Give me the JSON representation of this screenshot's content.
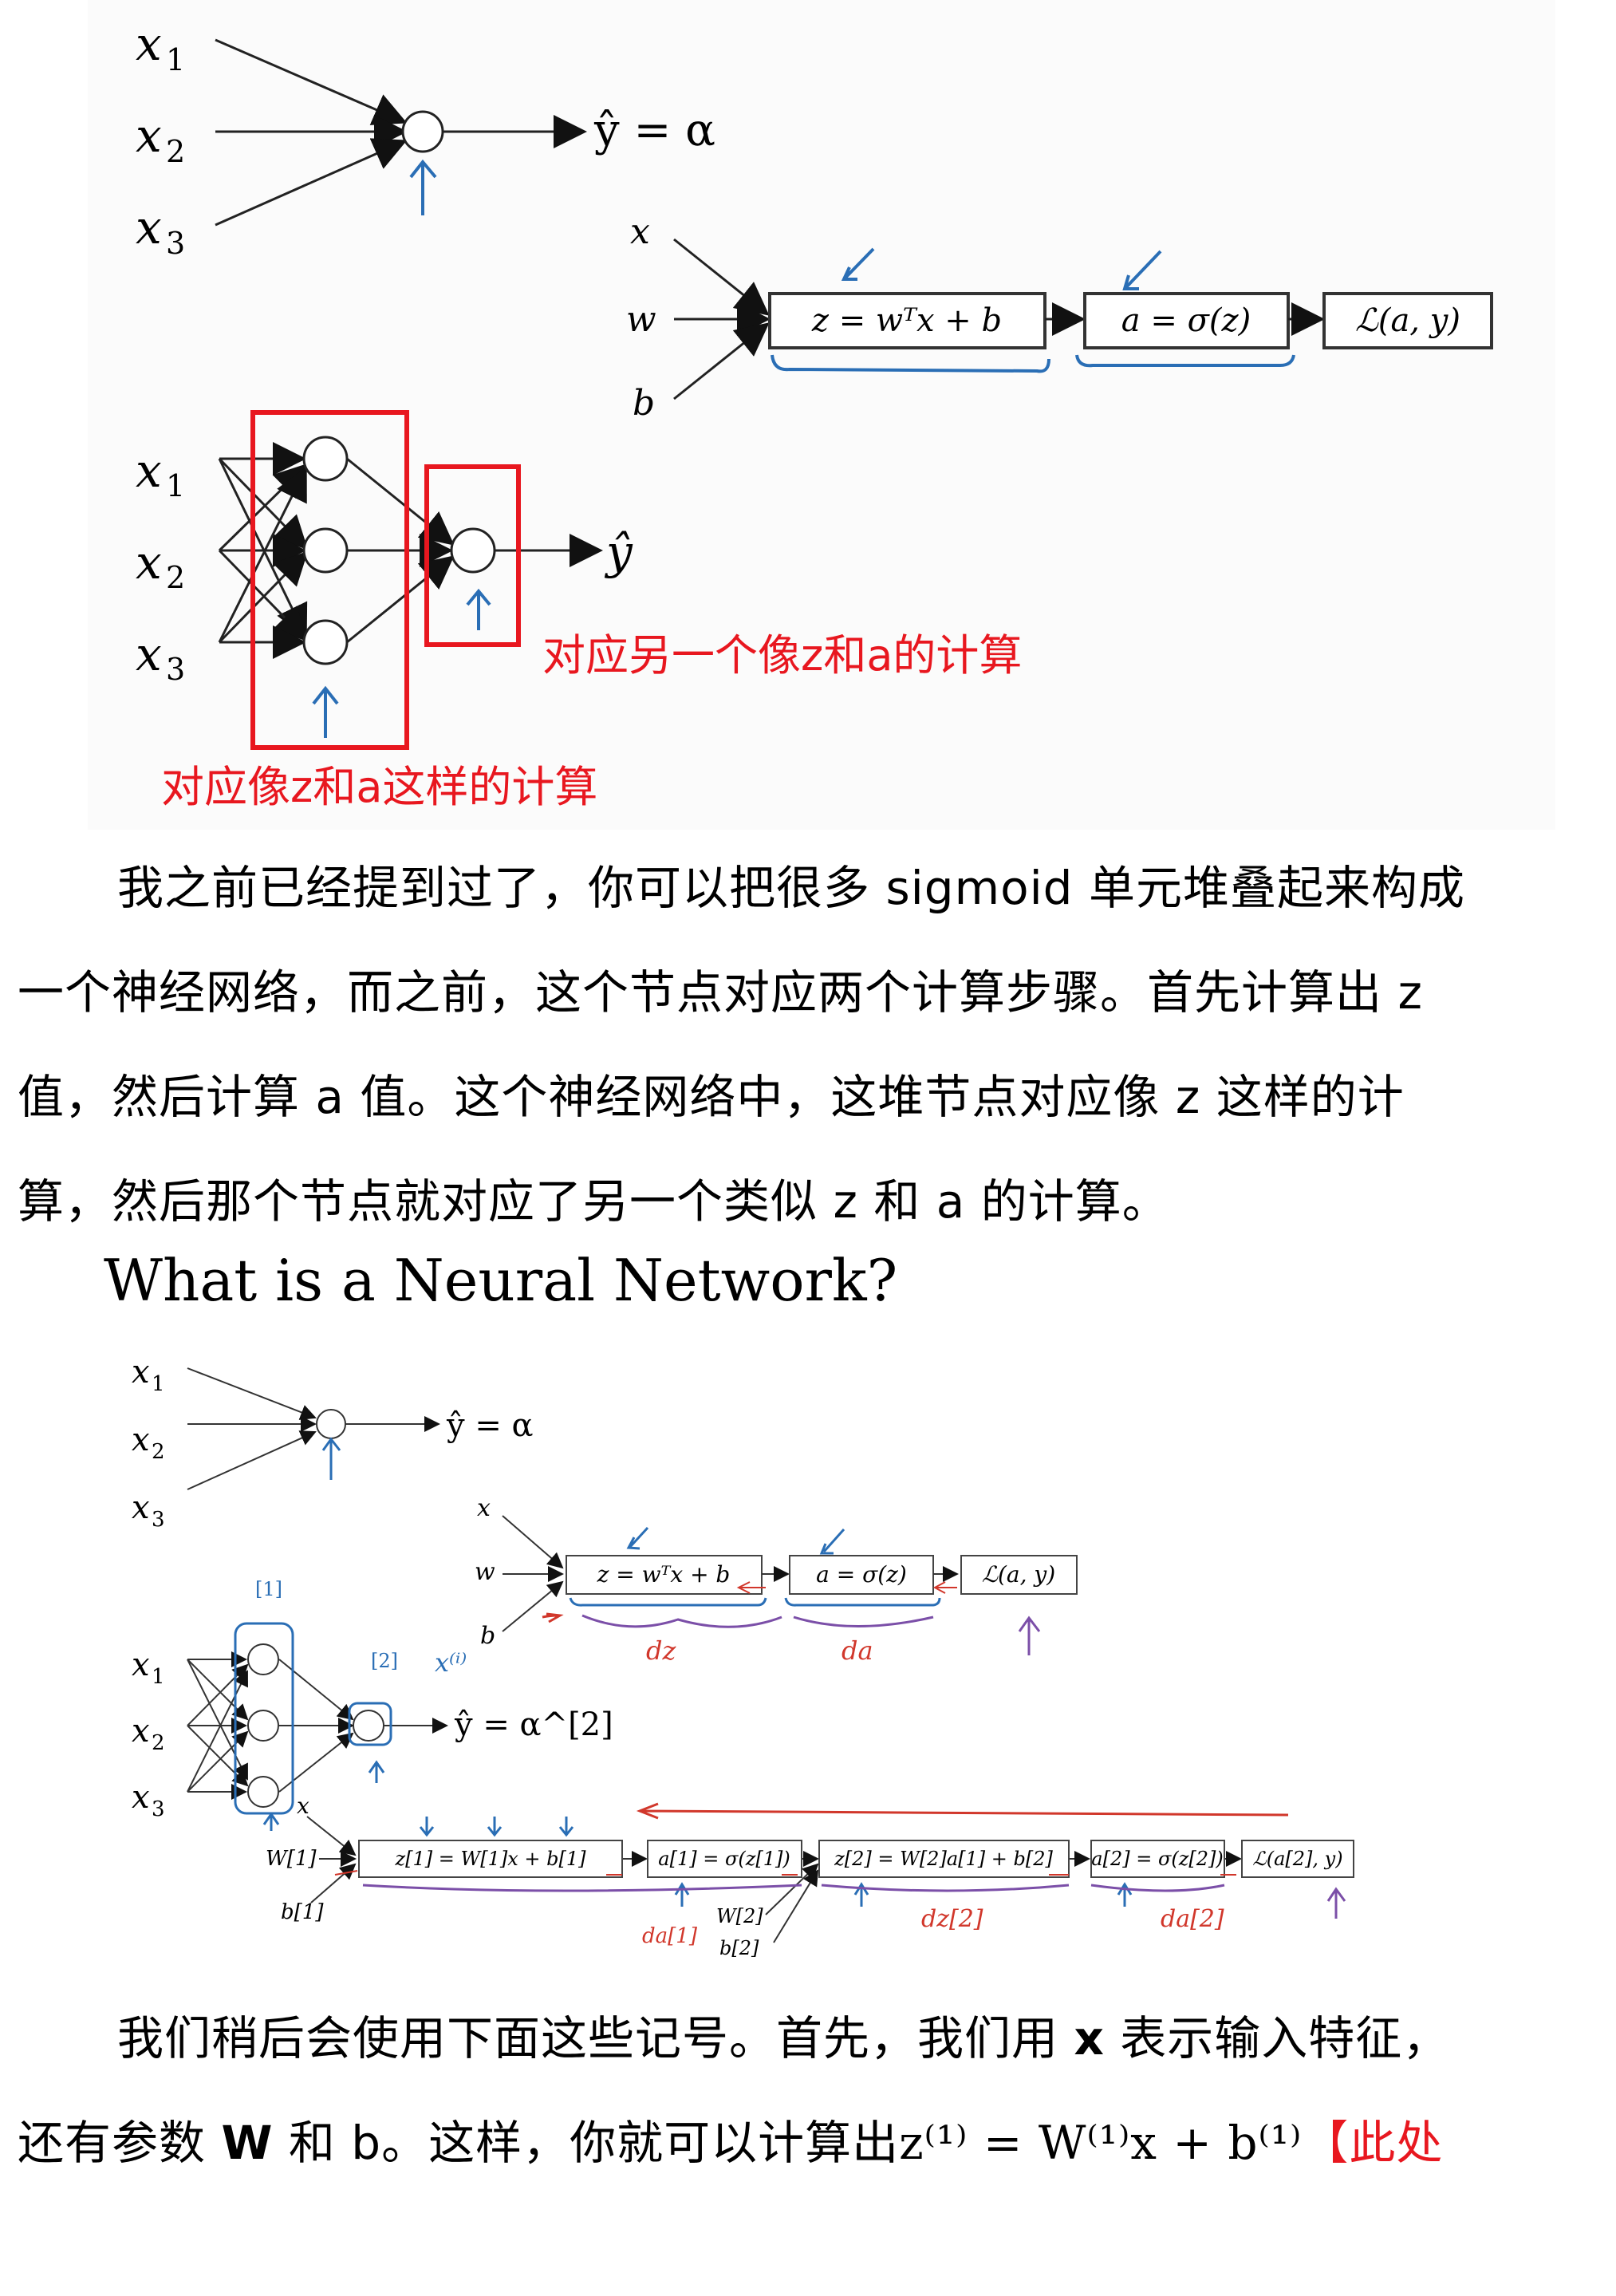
{
  "figure1": {
    "inputs": [
      "x",
      "x",
      "x"
    ],
    "input_subscripts": [
      "1",
      "2",
      "3"
    ],
    "output_label": "ŷ = α",
    "lr_inputs": [
      "x",
      "w",
      "b"
    ],
    "box_z": "z = wᵀx + b",
    "box_a": "a = σ(z)",
    "box_loss": "ℒ(a, y)",
    "nn_output": "ŷ",
    "caption_right": "对应另一个像z和a的计算",
    "caption_bottom": "对应像z和a这样的计算"
  },
  "paragraph1": "我之前已经提到过了，你可以把很多 sigmoid 单元堆叠起来构成一个神经网络，而之前，这个节点对应两个计算步骤。首先计算出 z 值，然后计算 a 值。这个神经网络中，这堆节点对应像 z 这样的计算，然后那个节点就对应了另一个类似 z 和 a 的计算。",
  "figure2": {
    "title": "What is a Neural Network?",
    "inputs": [
      "x",
      "x",
      "x"
    ],
    "input_subscripts": [
      "1",
      "2",
      "3"
    ],
    "output_label": "ŷ = α",
    "lr_inputs": [
      "x",
      "w",
      "b"
    ],
    "box_z": "z = wᵀx + b",
    "box_a": "a = σ(z)",
    "box_loss": "ℒ(a, y)",
    "grad_dz": "dz",
    "grad_da": "da",
    "layer1_mark": "[1]",
    "layer2_mark": "[2]",
    "xi_mark": "x⁽ⁱ⁾",
    "nn_output": "ŷ = α^[2]",
    "chain": {
      "w1": "W[1]",
      "b1": "b[1]",
      "x": "x",
      "z1": "z[1] = W[1]x + b[1]",
      "a1": "a[1] = σ(z[1])",
      "z2": "z[2] = W[2]a[1] + b[2]",
      "a2": "a[2] = σ(z[2])",
      "loss": "ℒ(a[2], y)",
      "w2": "W[2]",
      "b2": "b[2]",
      "da1": "da[1]",
      "dz2": "dz[2]",
      "da2": "da[2]"
    }
  },
  "paragraph2": {
    "p1_a": "我们稍后会使用下面这些记号。首先，我们用 ",
    "p1_x": "x",
    "p1_b": " 表示输入特征，",
    "p2_a": "还有参数 ",
    "p2_W": "W",
    "p2_b": " 和 b。这样，你就可以计算出",
    "formula": "z⁽¹⁾ = W⁽¹⁾x + b⁽¹⁾",
    "note": "【此处"
  },
  "colors": {
    "red_box": "#e8171f",
    "blue_ink": "#2a6eb5",
    "red_ink": "#d1372b",
    "purple_ink": "#7b4fa8"
  }
}
